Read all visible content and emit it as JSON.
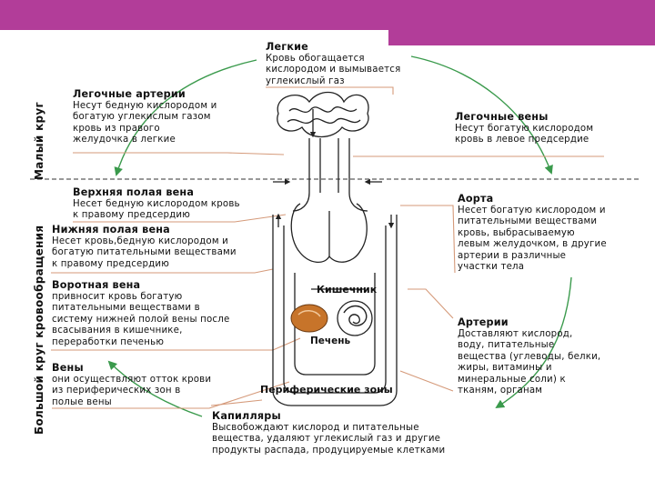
{
  "circles": {
    "small": "Малый круг",
    "large": "Большой круг кровообращения"
  },
  "blocks": {
    "lungs": {
      "title": "Легкие",
      "lines": [
        "Кровь обогащается",
        "кислородом и вымывается",
        "углекислый газ"
      ]
    },
    "pulm_arteries": {
      "title": "Легочные артерии",
      "lines": [
        "Несут бедную кислородом и",
        "богатую углекислым газом",
        "кровь  из правого",
        "желудочка в легкие"
      ]
    },
    "pulm_veins": {
      "title": "Легочные вены",
      "lines": [
        "Несут богатую кислородом",
        "кровь в левое предсердие"
      ]
    },
    "sup_vena": {
      "title": "Верхняя полая вена",
      "lines": [
        "Несет бедную кислородом кровь",
        "к правому предсердию"
      ]
    },
    "inf_vena": {
      "title": "Нижняя полая вена",
      "lines": [
        "Несет кровь,бедную кислородом и",
        "богатую питательными веществами",
        "к правому предсердию"
      ]
    },
    "aorta": {
      "title": "Аорта",
      "lines": [
        "Несет богатую кислородом и",
        "питательными веществами",
        "кровь, выбрасываемую",
        "левым желудочком, в другие",
        "артерии в различные",
        "участки тела"
      ]
    },
    "portal_vein": {
      "title": "Воротная вена",
      "lines": [
        "привносит кровь богатую",
        "питательными веществами в",
        "систему нижней полой вены после",
        "всасывания в кишечнике,",
        "переработки печенью"
      ]
    },
    "arteries": {
      "title": "Артерии",
      "lines": [
        "Доставляют кислород,",
        "воду, питательные",
        "вещества (углеводы, белки,",
        "жиры, витамины и",
        "минеральные соли) к",
        "тканям, органам"
      ]
    },
    "veins": {
      "title": "Вены",
      "lines": [
        "они осуществляют отток крови",
        "из периферических зон  в",
        "полые вены"
      ]
    },
    "capillaries": {
      "title": "Капилляры",
      "lines": [
        "Высвобождают кислород и питательные",
        "вещества, удаляют углекислый газ и другие",
        "продукты распада, продуцируемые клетками"
      ]
    }
  },
  "labels": {
    "intestine": "Кишечник",
    "liver": "Печень",
    "periphery": "Периферические зоны"
  },
  "colors": {
    "accent_bar": "#b23d99",
    "leader_line": "#d59a7a",
    "arrow": "#3a9a4c",
    "liver": "#c7742a",
    "vessel": "#222222"
  }
}
